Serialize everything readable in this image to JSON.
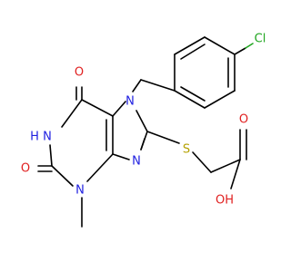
{
  "molecule": {
    "atoms": {
      "cl": {
        "text": "Cl",
        "color": "#1fa51f"
      },
      "n7": {
        "text": "N",
        "color": "#1f1fe0"
      },
      "o6": {
        "text": "O",
        "color": "#e01f1f"
      },
      "n1h": {
        "text": "H",
        "color": "#1f1fe0"
      },
      "n1": {
        "text": "N",
        "color": "#1f1fe0"
      },
      "o2": {
        "text": "O",
        "color": "#e01f1f"
      },
      "n3": {
        "text": "N",
        "color": "#1f1fe0"
      },
      "n9": {
        "text": "N",
        "color": "#1f1fe0"
      },
      "s": {
        "text": "S",
        "color": "#b5a100"
      },
      "oc": {
        "text": "O",
        "color": "#e01f1f"
      },
      "oh": {
        "text": "OH",
        "color": "#e01f1f"
      }
    }
  }
}
